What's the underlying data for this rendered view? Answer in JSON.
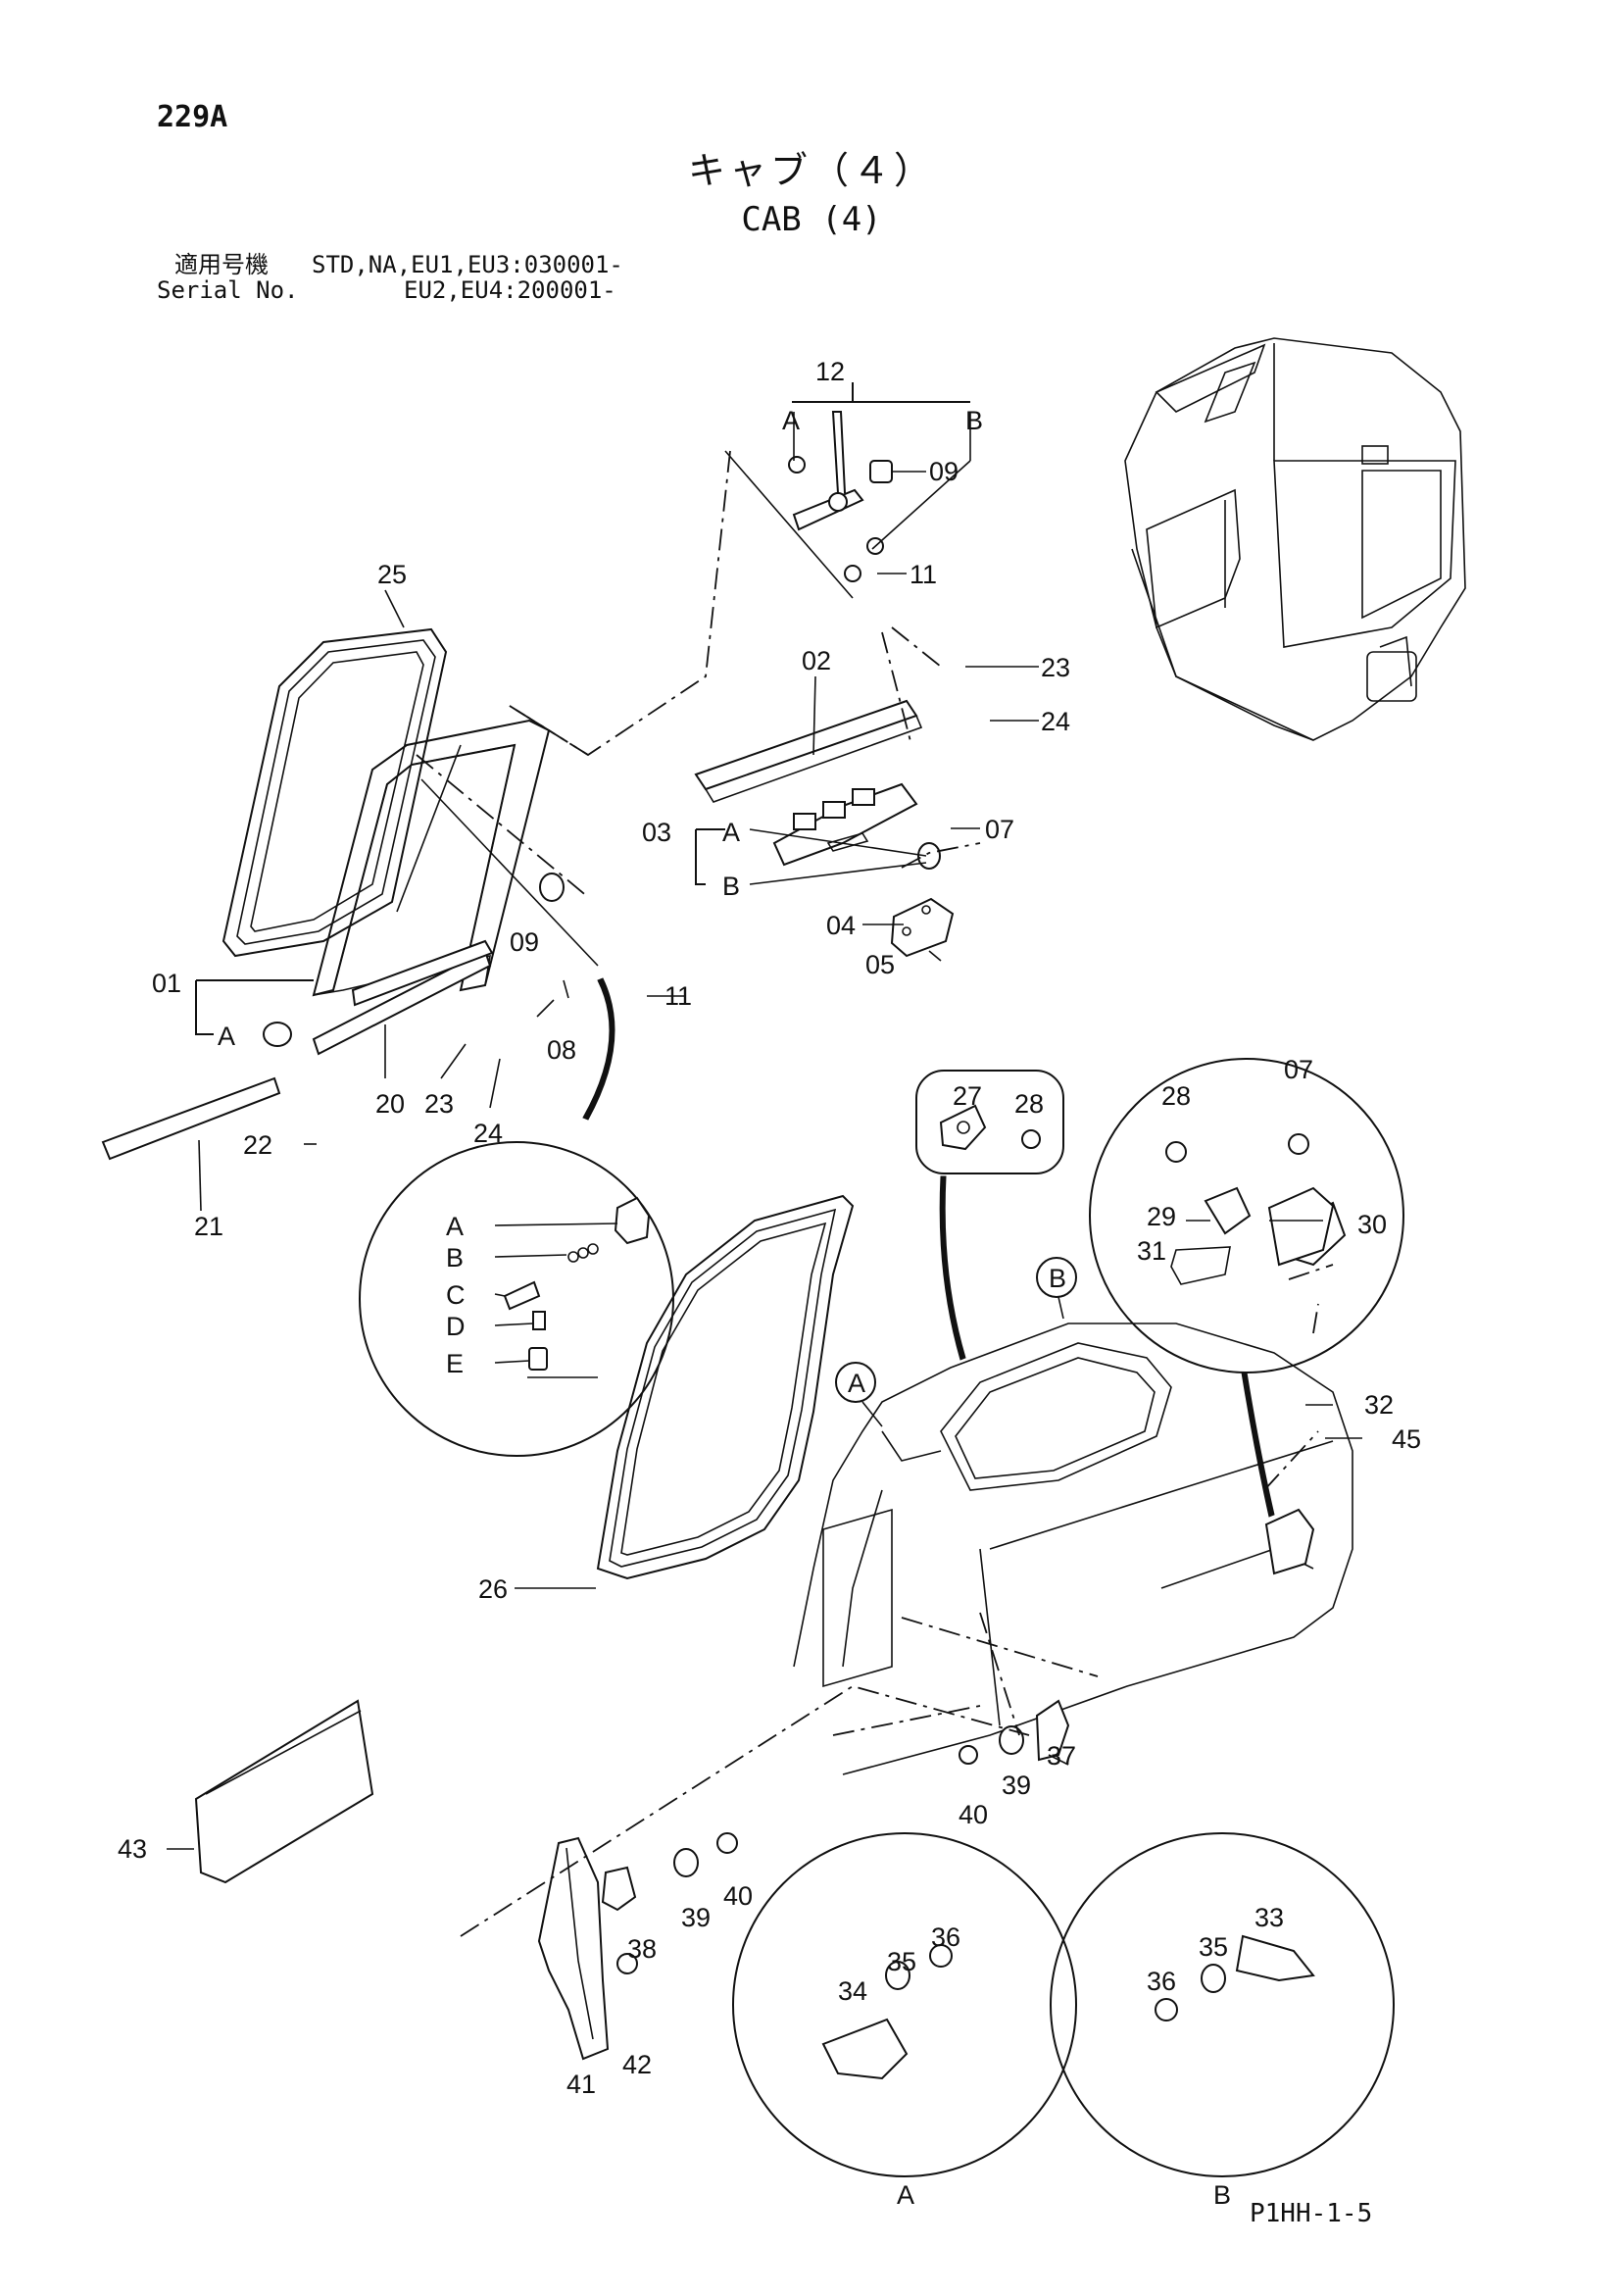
{
  "header": {
    "page_number": "229A",
    "title_jp": "キャブ（４）",
    "title_en": "CAB (4)",
    "applicable_label_jp": "適用号機",
    "serial_label": "Serial No.",
    "serial_line_1": "STD,NA,EU1,EU3:030001-",
    "serial_line_2": "EU2,EU4:200001-"
  },
  "callouts": {
    "c01": "01",
    "c02": "02",
    "c03": "03",
    "c04": "04",
    "c05": "05",
    "c07a": "07",
    "c07b": "07",
    "c08": "08",
    "c09a": "09",
    "c09b": "09",
    "c11a": "11",
    "c11b": "11",
    "c12": "12",
    "c20": "20",
    "c21": "21",
    "c22": "22",
    "c23a": "23",
    "c23b": "23",
    "c24a": "24",
    "c24b": "24",
    "c25": "25",
    "c26": "26",
    "c27": "27",
    "c28a": "28",
    "c28b": "28",
    "c29": "29",
    "c30": "30",
    "c31": "31",
    "c32": "32",
    "c33": "33",
    "c34": "34",
    "c35a": "35",
    "c35b": "35",
    "c36a": "36",
    "c36b": "36",
    "c37": "37",
    "c38": "38",
    "c39a": "39",
    "c39b": "39",
    "c40a": "40",
    "c40b": "40",
    "c41": "41",
    "c42": "42",
    "c43": "43",
    "c45": "45"
  },
  "sub_labels": {
    "a12": "A",
    "b12": "B",
    "a01": "A",
    "a03": "A",
    "b03": "B",
    "detail_a": "A",
    "detail_b": "B",
    "detail_c": "C",
    "detail_d": "D",
    "detail_e": "E",
    "marker_a": "A",
    "marker_b": "B",
    "circle_a": "A",
    "circle_b": "B"
  },
  "footer": {
    "drawing_code": "P1HH-1-5"
  }
}
